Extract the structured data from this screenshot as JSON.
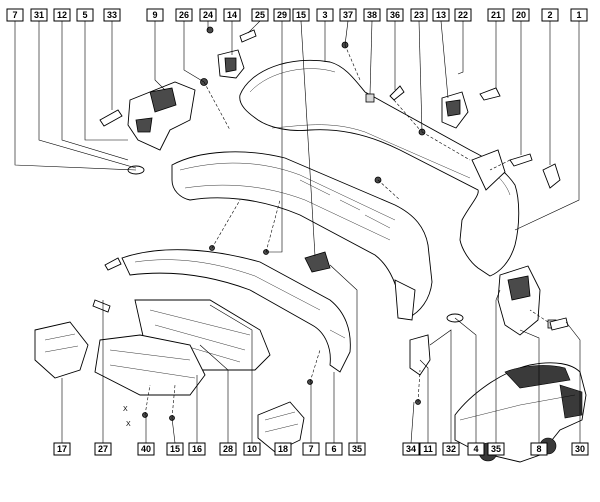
{
  "top_callouts": [
    "7",
    "31",
    "12",
    "5",
    "33",
    "9",
    "26",
    "24",
    "14",
    "25",
    "29",
    "3",
    "15",
    "37",
    "38",
    "36",
    "23",
    "13",
    "22",
    "21",
    "20",
    "2",
    "1"
  ],
  "bottom_callouts": [
    "17",
    "27",
    "40",
    "15",
    "16",
    "28",
    "10",
    "18",
    "7",
    "6",
    "35",
    "34",
    "11",
    "32",
    "4",
    "35",
    "8",
    "30"
  ],
  "fastener_labels": [
    "X",
    "X"
  ],
  "colors": {
    "line": "#000000",
    "fill": "#ffffff",
    "shade": "#4a4a4a"
  }
}
